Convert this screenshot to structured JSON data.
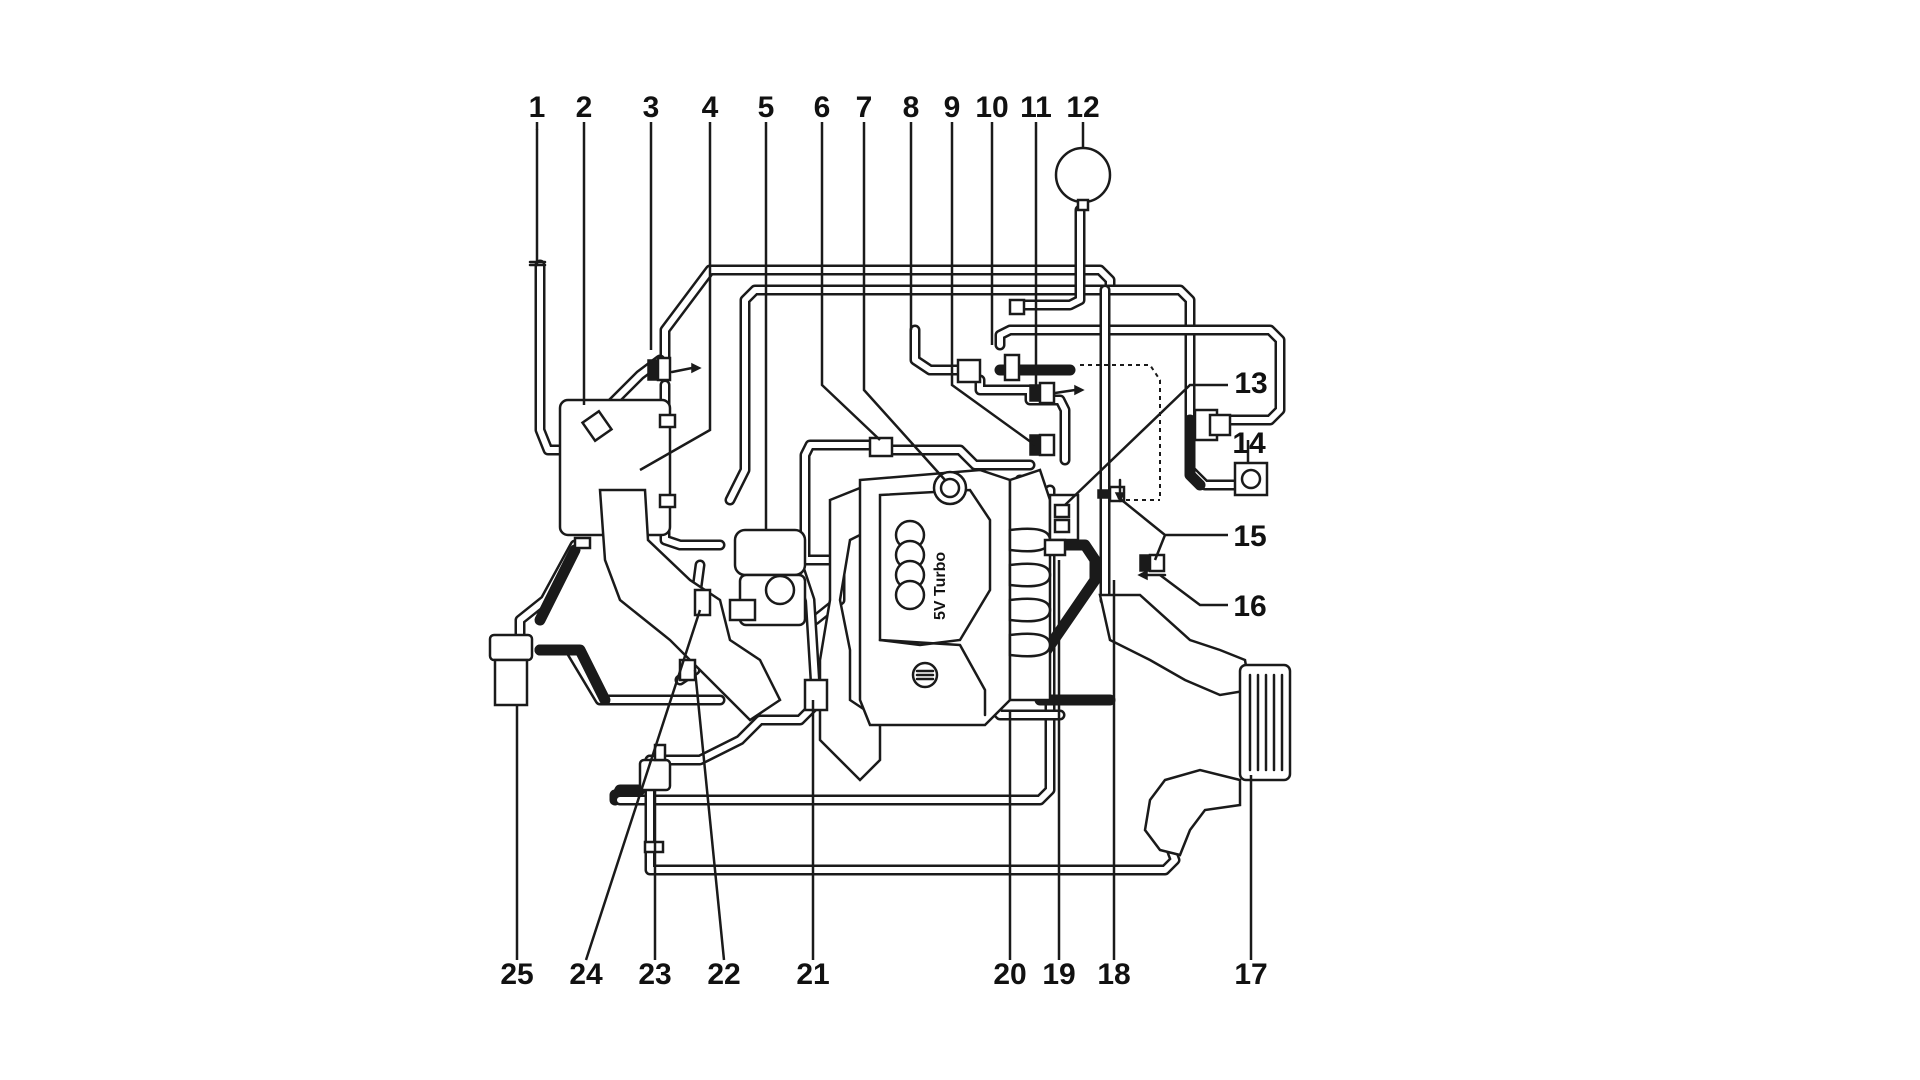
{
  "callouts": {
    "c1": "1",
    "c2": "2",
    "c3": "3",
    "c4": "4",
    "c5": "5",
    "c6": "6",
    "c7": "7",
    "c8": "8",
    "c9": "9",
    "c10": "10",
    "c11": "11",
    "c12": "12",
    "c13": "13",
    "c14": "14",
    "c15": "15",
    "c16": "16",
    "c17": "17",
    "c18": "18",
    "c19": "19",
    "c20": "20",
    "c21": "21",
    "c22": "22",
    "c23": "23",
    "c24": "24",
    "c25": "25"
  },
  "engine_cover": {
    "engine_label": "5V  Turbo"
  }
}
